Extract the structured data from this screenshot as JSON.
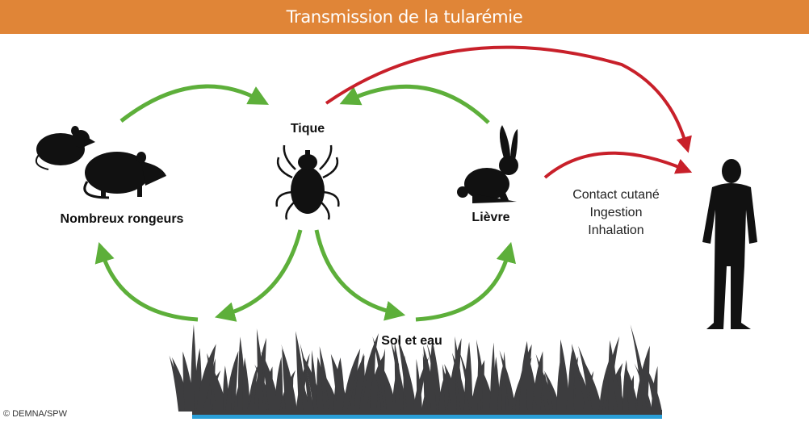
{
  "title": "Transmission de la tularémie",
  "labels": {
    "rodents": "Nombreux rongeurs",
    "tick": "Tique",
    "hare": "Lièvre",
    "soil_water": "Sol et eau"
  },
  "human_routes": [
    "Contact cutané",
    "Ingestion",
    "Inhalation"
  ],
  "copyright": "© DEMNA/SPW",
  "colors": {
    "title_bar": "#E08537",
    "animal_cycle_arrow": "#5DAF3A",
    "human_arrow": "#C8202A",
    "silhouette": "#111111",
    "grass": "#3d3d3f",
    "water": "#2a9fd8"
  }
}
